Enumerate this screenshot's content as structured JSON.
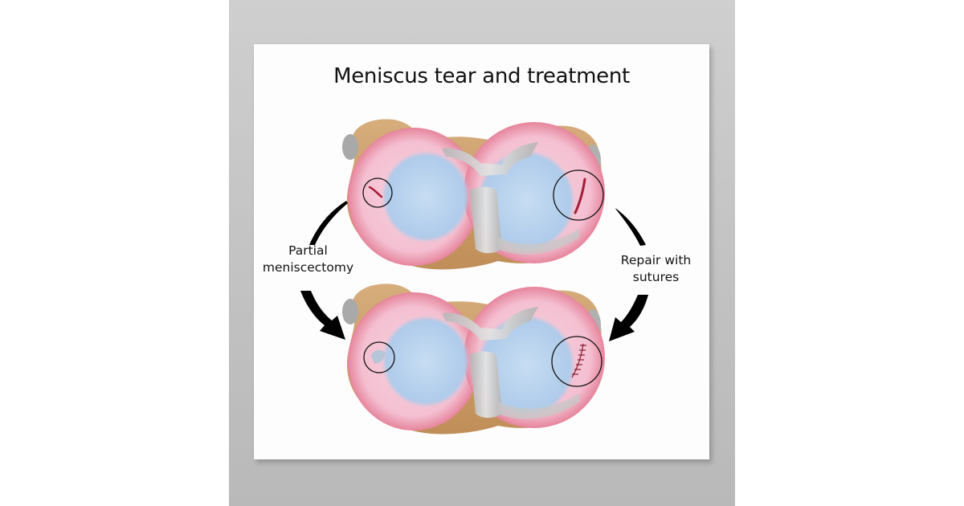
{
  "poster": {
    "title": "Meniscus tear and treatment",
    "labels": {
      "left": [
        "Partial",
        "meniscectomy"
      ],
      "right": [
        "Repair with",
        "sutures"
      ]
    },
    "illustrations": [
      {
        "name": "meniscus-torn",
        "position": "top",
        "markers": [
          "small tear (medial)",
          "longitudinal tear (lateral)"
        ]
      },
      {
        "name": "meniscus-treated",
        "position": "bottom",
        "markers": [
          "partial meniscectomy",
          "suture repair"
        ]
      }
    ]
  },
  "colors": {
    "wall": "#c4c4c4",
    "poster": "#fdfdfd",
    "meniscus_pink": "#f4bfd0",
    "meniscus_rim": "#d3334f",
    "cartilage_blue": "#b7d2ee",
    "ligament_gray": "#c9c9c9",
    "bone_tan": "#c99a66",
    "arrow": "#000000"
  }
}
